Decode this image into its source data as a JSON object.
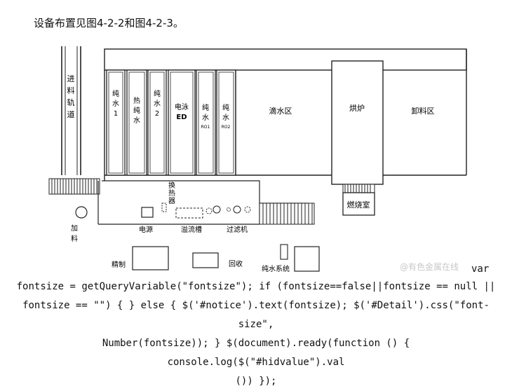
{
  "caption": "设备布置见图4-2-2和图4-2-3。",
  "diagram": {
    "feed_track": [
      "进",
      "料",
      "轨",
      "道"
    ],
    "tanks": [
      {
        "name": "pure-water-1",
        "lines": [
          "纯",
          "水",
          "1"
        ]
      },
      {
        "name": "hot-pure-water",
        "lines": [
          "热",
          "纯",
          "水"
        ]
      },
      {
        "name": "pure-water-2",
        "lines": [
          "纯",
          "水",
          "2"
        ]
      },
      {
        "name": "electrophoresis-ed",
        "lines": [
          "电泳",
          "ED"
        ]
      },
      {
        "name": "pure-water-ro1",
        "lines": [
          "纯",
          "水",
          "RO1"
        ]
      },
      {
        "name": "pure-water-ro2",
        "lines": [
          "纯",
          "水",
          "RO2"
        ]
      }
    ],
    "drip_zone": "滴水区",
    "oven": "烘炉",
    "unload_zone": "卸料区",
    "combustion_room": "燃烧室",
    "heat_exchanger": [
      "换",
      "热",
      "器"
    ],
    "feed": [
      "加",
      "料"
    ],
    "power": "电源",
    "overflow_tank": "溢流槽",
    "filter": "过滤机",
    "refine": "精制",
    "recovery": "回收",
    "pure_water_system": "纯水系统",
    "watermark": "@有色金属在线"
  },
  "code": {
    "line1_tail": "var",
    "line2": "fontsize = getQueryVariable(\"fontsize\"); if (fontsize==false||fontsize == null ||",
    "line3": "fontsize == \"\") { } else { $('#notice').text(fontsize); $('#Detail').css(\"font-size\",",
    "line4": "Number(fontsize)); } $(document).ready(function () { console.log($(\"#hidvalue\").val",
    "line5": "()) });"
  }
}
